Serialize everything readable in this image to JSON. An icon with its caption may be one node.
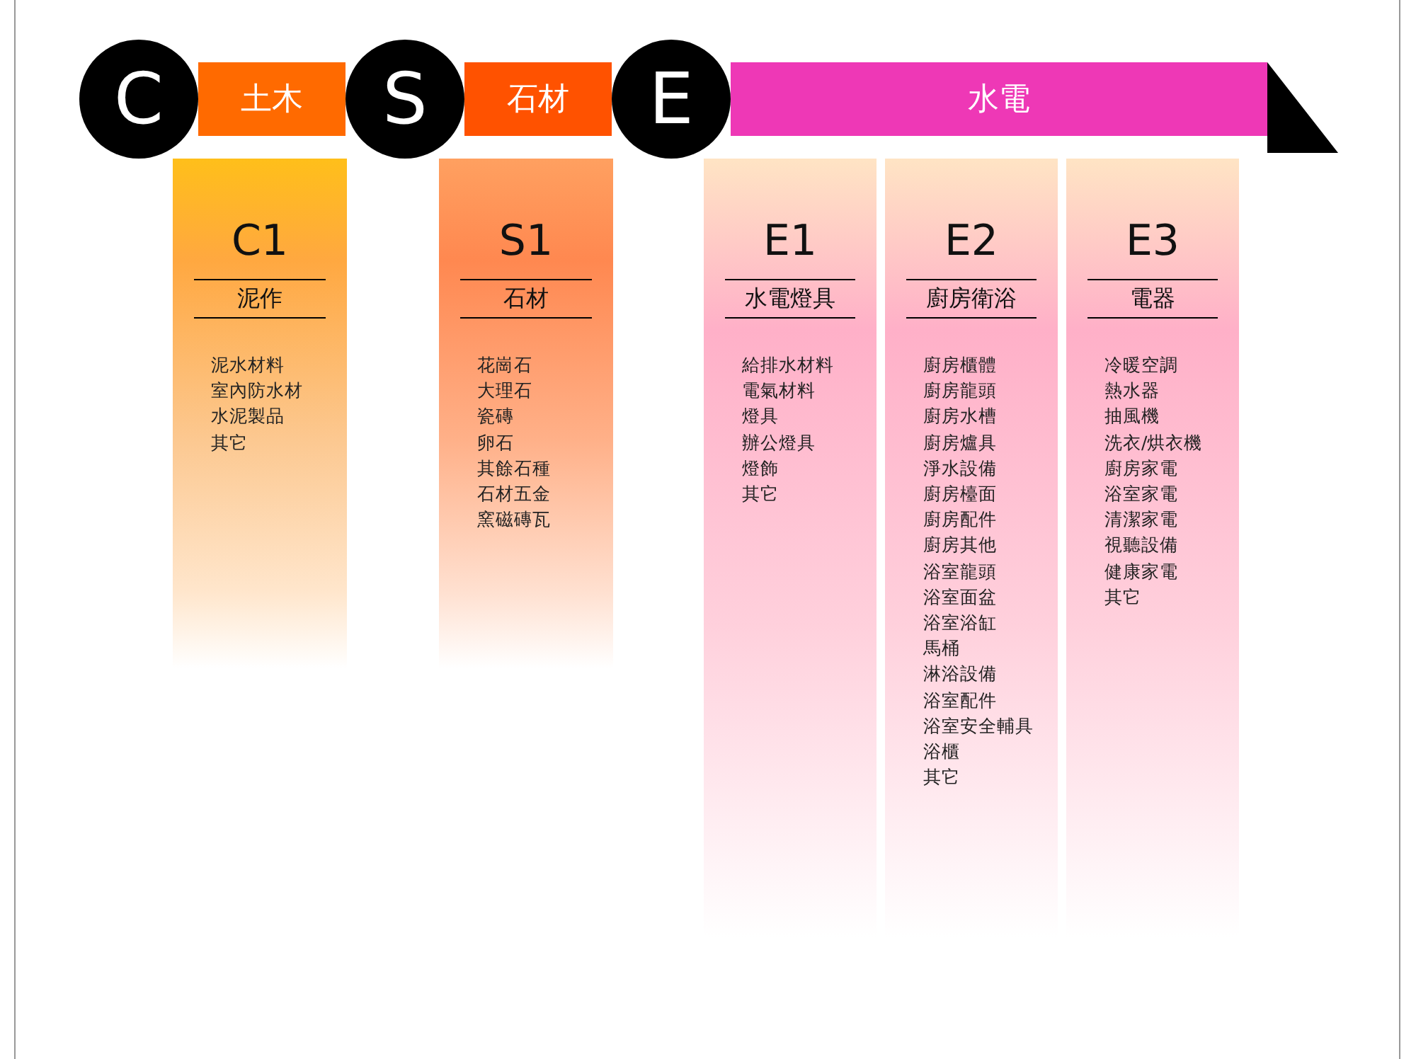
{
  "diagram": {
    "nodes": [
      {
        "text": [
          "C"
        ]
      },
      {
        "text": [
          "土木"
        ]
      },
      {
        "text": [
          "S"
        ]
      },
      {
        "text": [
          "石材"
        ]
      },
      {
        "text": [
          "E"
        ]
      },
      {
        "text": [
          "水電"
        ]
      },
      {
        "text": [
          "C1",
          "泥作",
          "泥水材料",
          "室內防水材",
          "水泥製品",
          "其它"
        ]
      },
      {
        "text": [
          "S1",
          "石材",
          "花崗石",
          "大理石",
          "瓷磚",
          "卵石",
          "其餘石種",
          "石材五金",
          "窯磁磚瓦"
        ]
      },
      {
        "text": [
          "E1",
          "水電燈具",
          "給排水材料",
          "電氣材料",
          "燈具",
          "辦公燈具",
          "燈飾",
          "其它"
        ]
      },
      {
        "text": [
          "E2",
          "廚房衛浴",
          "廚房櫃體",
          "廚房龍頭",
          "廚房水槽",
          "廚房爐具",
          "淨水設備",
          "廚房檯面",
          "廚房配件",
          "廚房其他",
          "浴室龍頭",
          "浴室面盆",
          "浴室浴缸",
          "馬桶",
          "淋浴設備",
          "浴室配件",
          "浴室安全輔具",
          "浴櫃",
          "其它"
        ]
      },
      {
        "text": [
          "E3",
          "電器",
          "冷暖空調",
          "熱水器",
          "抽風機",
          "洗衣/烘衣機",
          "廚房家電",
          "浴室家電",
          "清潔家電",
          "視聽設備",
          "健康家電",
          "其它"
        ]
      }
    ]
  }
}
